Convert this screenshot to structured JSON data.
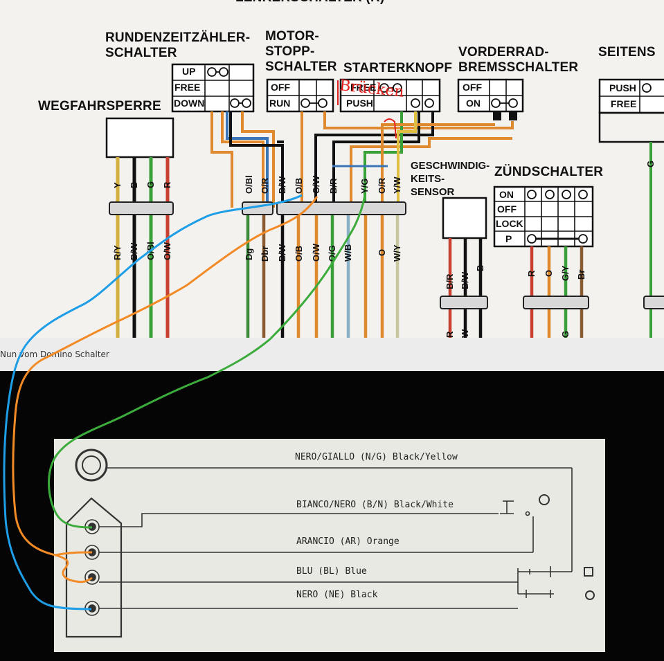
{
  "diagram_top": {
    "title_partial": "LENKERSCHALTER (R)",
    "lap_timer": {
      "title": "RUNDENZEITZÄHLER-\nSCHALTER",
      "rows": [
        "UP",
        "FREE",
        "DOWN"
      ]
    },
    "engine_stop": {
      "title": "MOTOR-\nSTOPP-\nSCHALTER",
      "rows": [
        "OFF",
        "RUN"
      ]
    },
    "starter": {
      "title": "STARTERKNOPF",
      "rows": [
        "FREE",
        "PUSH"
      ]
    },
    "front_brake": {
      "title": "VORDERRAD-\nBREMSSCHALTER",
      "rows": [
        "OFF",
        "ON"
      ]
    },
    "side_stand": {
      "title": "SEITENS",
      "rows": [
        "PUSH",
        "FREE"
      ]
    },
    "immobilizer": {
      "title": "WEGFAHRSPERRE"
    },
    "speed_sensor": {
      "title": "GESCHWINDIG-\nKEITS-\nSENSOR"
    },
    "ignition": {
      "title": "ZÜNDSCHALTER",
      "rows": [
        "ON",
        "OFF",
        "LOCK",
        "P"
      ]
    },
    "upper_wire_labels": [
      "Y",
      "B",
      "G",
      "R",
      "O/Bl",
      "O/R",
      "B/W",
      "O/B",
      "O/W",
      "B/R",
      "Y/G",
      "O/R",
      "Y/W",
      "G"
    ],
    "lower_wire_labels": [
      "R/Y",
      "B/W",
      "O/Bl",
      "O/W",
      "Dg",
      "Dbr",
      "B/W",
      "O/B",
      "O/W",
      "O/G",
      "W/B",
      "O",
      "W/Y"
    ],
    "speed_sensor_wires": [
      "B/R",
      "B/W",
      "B"
    ],
    "ignition_wires": [
      "R",
      "O",
      "G/Y",
      "Br"
    ],
    "bottom_edge_letters": [
      "R",
      "W",
      "G"
    ],
    "handwritten_note": "Brücken"
  },
  "strip": {
    "label": "Nun vom Domino Schalter"
  },
  "diagram_bottom": {
    "wires": [
      {
        "label": "NERO/GIALLO (N/G) Black/Yellow"
      },
      {
        "label": "BIANCO/NERO (B/N) Black/White"
      },
      {
        "label": "ARANCIO (AR) Orange"
      },
      {
        "label": "BLU (BL) Blue"
      },
      {
        "label": "NERO (NE) Black"
      }
    ]
  },
  "annotation_colors": {
    "blue": "#1e9ee6",
    "orange": "#f28a25",
    "green": "#3bab3b",
    "red": "#e0201c"
  }
}
